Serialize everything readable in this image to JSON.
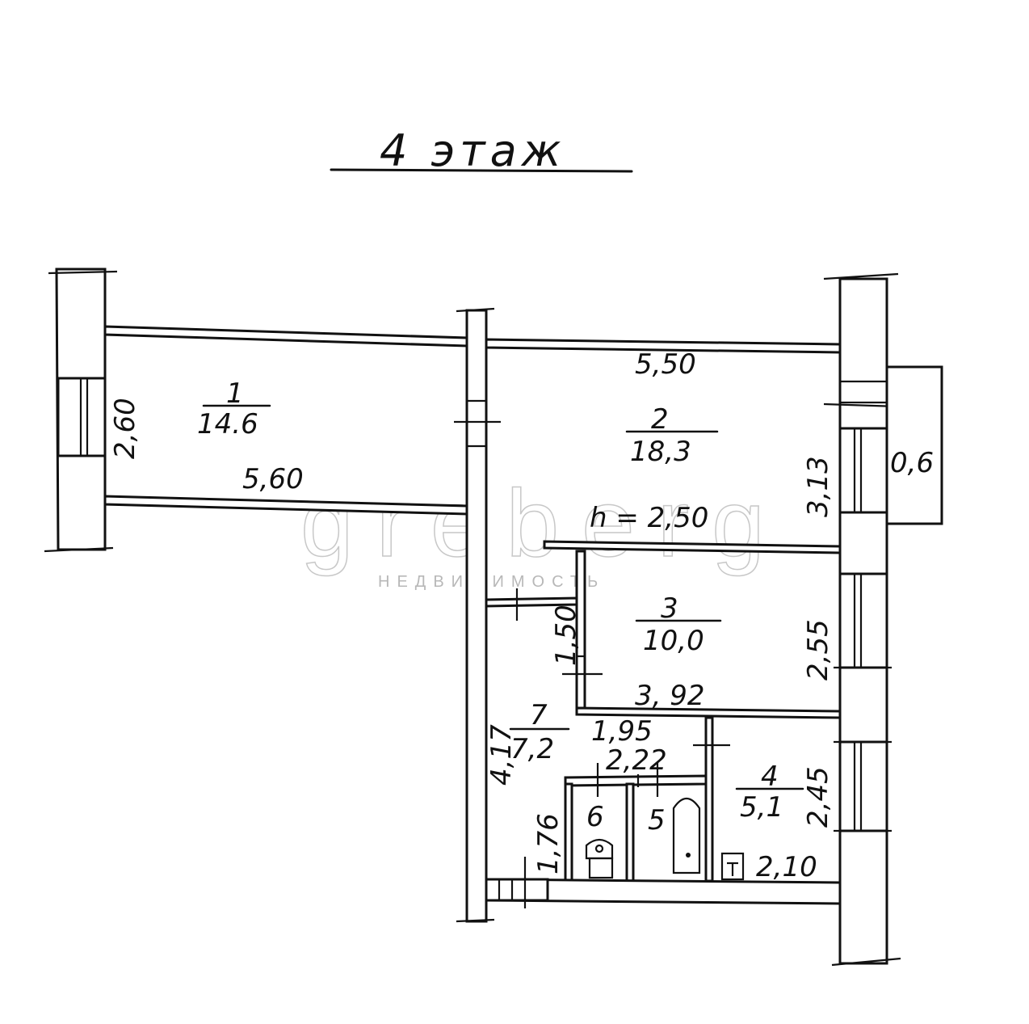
{
  "title": "4 этаж",
  "watermark": {
    "brand": "greberg",
    "tagline": "НЕДВИЖИМОСТЬ"
  },
  "rooms": [
    {
      "number": "1",
      "area": "14.6"
    },
    {
      "number": "2",
      "area": "18,3"
    },
    {
      "number": "3",
      "area": "10,0"
    },
    {
      "number": "4",
      "area": "5,1"
    },
    {
      "number": "5"
    },
    {
      "number": "6"
    },
    {
      "number": "7",
      "area": "7,2"
    }
  ],
  "balcony_area": "0,6",
  "ceiling_height": "h = 2,50",
  "dimensions": {
    "room1_height": "2,60",
    "room1_length": "5,60",
    "room2_length": "5,50",
    "room2_width": "3,13",
    "room3_width": "2,55",
    "room3_length": "3, 92",
    "hall_opening": "1,50",
    "hall_length": "4,17",
    "hall_width": "1,95",
    "bath_block": "2,22",
    "room4_width": "2,45",
    "room4_length": "2,10",
    "entry": "1,76"
  }
}
